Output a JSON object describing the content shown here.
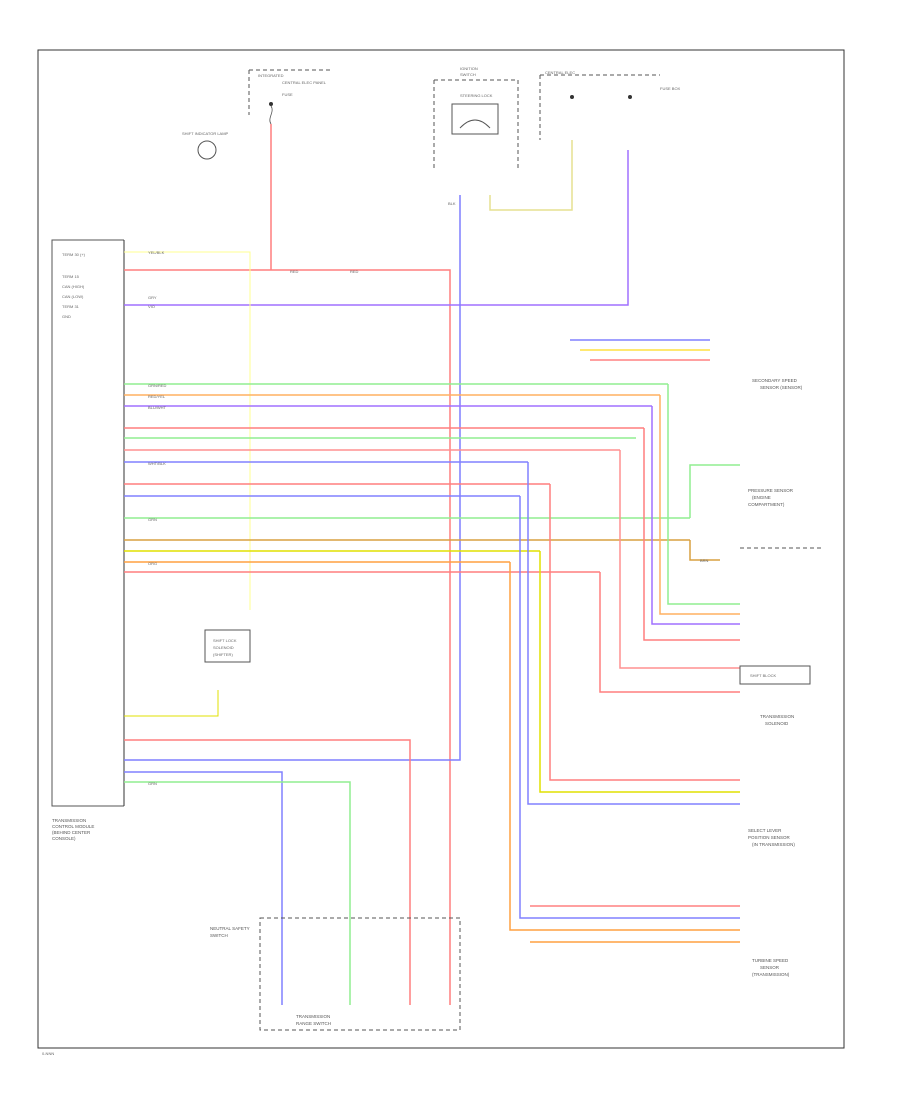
{
  "footer": {
    "code": "0-NNN"
  },
  "components": {
    "tcm": {
      "lines": [
        "TRANSMISSION",
        "CONTROL MODULE",
        "(BEHIND CENTER",
        "CONSOLE)"
      ]
    },
    "fuse_left": {
      "label": "INTEGRATED",
      "sub": "CENTRAL ELEC PANEL",
      "fuse": "FUSE"
    },
    "ignition": {
      "label": "IGNITION",
      "sub": "SWITCH",
      "inner": "STEERING LOCK"
    },
    "fuse_right": {
      "label": "CENTRAL ELEC",
      "sub": "FUSE BOX"
    },
    "lamp": {
      "label": "SHIFT INDICATOR LAMP"
    },
    "shift_lock": {
      "lines": [
        "SHIFT LOCK",
        "SOLENOID",
        "(SHIFTER)"
      ]
    },
    "trans_range": {
      "lines": [
        "TRANSMISSION",
        "RANGE SWITCH"
      ]
    },
    "neutral_switch": {
      "lines": [
        "NEUTRAL SAFETY",
        "SWITCH"
      ]
    },
    "secondary_speed": {
      "lines": [
        "SECONDARY SPEED",
        "SENSOR (SENSOR)"
      ]
    },
    "pressure_sensor": {
      "lines": [
        "PRESSURE SENSOR",
        "(ENGINE",
        "COMPARTMENT)"
      ]
    },
    "trans_solenoid": {
      "lines": [
        "TRANSMISSION",
        "SOLENOID"
      ]
    },
    "shift_block": {
      "label": "SHIFT BLOCK"
    },
    "select_lever": {
      "lines": [
        "SELECT LEVER",
        "POSITION SENSOR",
        "(IN TRANSMISSION)"
      ]
    },
    "speed_sensor": {
      "lines": [
        "TURBINE SPEED",
        "SENSOR",
        "(TRANSMISSION)"
      ]
    }
  },
  "tcm_pins": [
    "TERM 30 (+)",
    "TERM 15",
    "CAN (HIGH)",
    "CAN (LOW)",
    "TERM 31",
    "GND"
  ],
  "wire_labels": [
    "RED",
    "VIO",
    "YEL/BLK",
    "GRY",
    "BLK",
    "BRN",
    "BLU/WHT",
    "GRN/RED",
    "RED/YEL",
    "WHT/BLK",
    "GRN",
    "ORG"
  ]
}
